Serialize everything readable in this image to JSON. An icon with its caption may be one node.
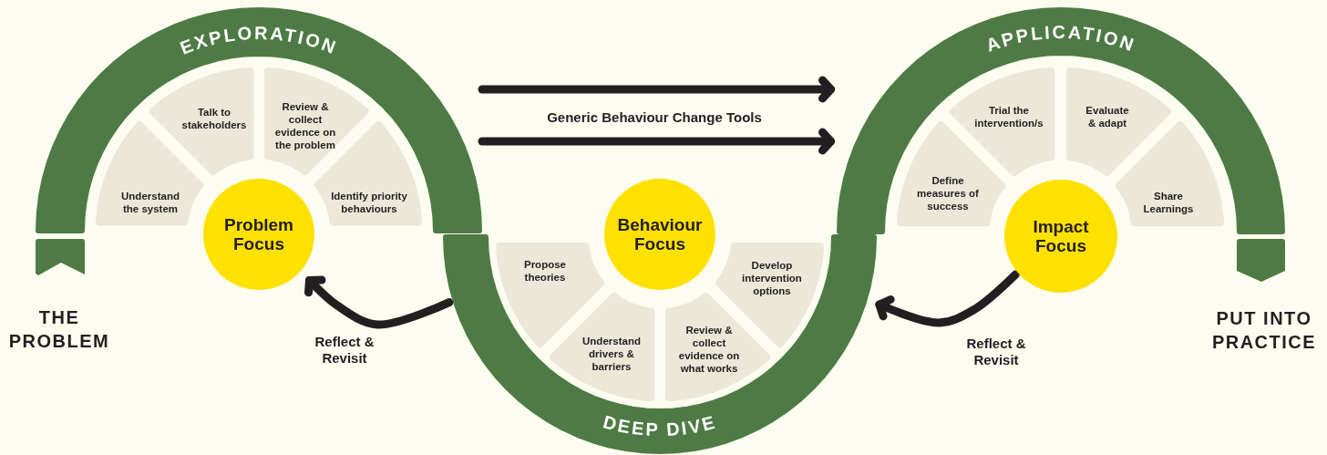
{
  "diagram": {
    "nodes": [
      {
        "text": [
          "EXPLORATION"
        ]
      },
      {
        "text": [
          "Understand the system"
        ]
      },
      {
        "text": [
          "Talk to stakeholders"
        ]
      },
      {
        "text": [
          "Review & collect evidence on the problem"
        ]
      },
      {
        "text": [
          "Identify priority behaviours"
        ]
      },
      {
        "text": [
          "Problem Focus"
        ]
      },
      {
        "text": [
          "DEEP DIVE"
        ]
      },
      {
        "text": [
          "Propose theories"
        ]
      },
      {
        "text": [
          "Understand drivers & barriers"
        ]
      },
      {
        "text": [
          "Review & collect evidence on what works"
        ]
      },
      {
        "text": [
          "Develop intervention options"
        ]
      },
      {
        "text": [
          "Behaviour Focus"
        ]
      },
      {
        "text": [
          "APPLICATION"
        ]
      },
      {
        "text": [
          "Define measures of success"
        ]
      },
      {
        "text": [
          "Trial the intervention/s"
        ]
      },
      {
        "text": [
          "Evaluate & adapt"
        ]
      },
      {
        "text": [
          "Share Learnings"
        ]
      },
      {
        "text": [
          "Impact Focus"
        ]
      }
    ],
    "edges": [
      {
        "from": 0,
        "to": 12,
        "arrow": "to"
      },
      {
        "from": 0,
        "to": 12,
        "arrow": "to"
      },
      {
        "from": 6,
        "to": 5,
        "arrow": "to",
        "label": "Reflect & Revisit"
      },
      {
        "from": 17,
        "to": 6,
        "arrow": "to",
        "label": "Reflect & Revisit"
      }
    ],
    "labels": [
      "Generic Behaviour Change Tools",
      "THE PROBLEM",
      "PUT INTO PRACTICE"
    ]
  }
}
